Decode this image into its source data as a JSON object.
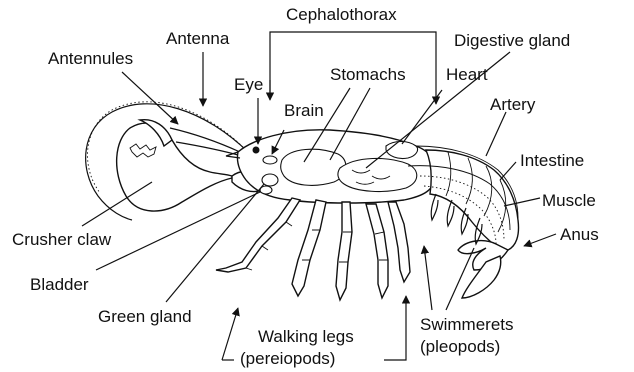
{
  "labels": {
    "cephalothorax": "Cephalothorax",
    "antenna": "Antenna",
    "antennules": "Antennules",
    "digestive_gland": "Digestive gland",
    "eye": "Eye",
    "stomachs": "Stomachs",
    "heart": "Heart",
    "brain": "Brain",
    "artery": "Artery",
    "intestine": "Intestine",
    "muscle": "Muscle",
    "anus": "Anus",
    "crusher_claw": "Crusher claw",
    "bladder": "Bladder",
    "green_gland": "Green gland",
    "walking_legs": "Walking legs",
    "pereiopods": "(pereiopods)",
    "swimmerets": "Swimmerets",
    "pleopods": "(pleopods)"
  },
  "colors": {
    "line": "#111111",
    "background": "#ffffff"
  }
}
